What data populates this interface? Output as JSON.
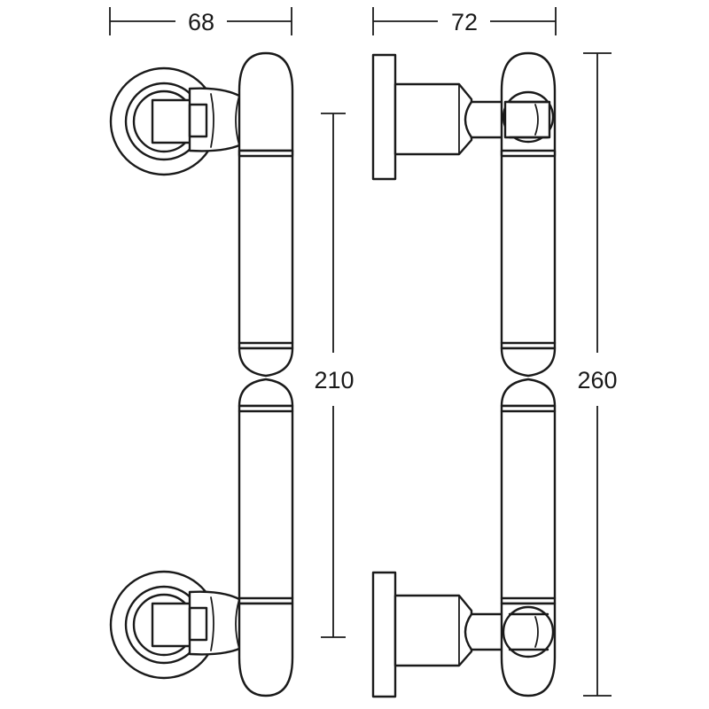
{
  "dimensions": {
    "width_front": "68",
    "width_side": "72",
    "inner_length": "210",
    "overall_length": "260"
  },
  "colors": {
    "line": "#1a1a1a",
    "background": "#ffffff"
  }
}
